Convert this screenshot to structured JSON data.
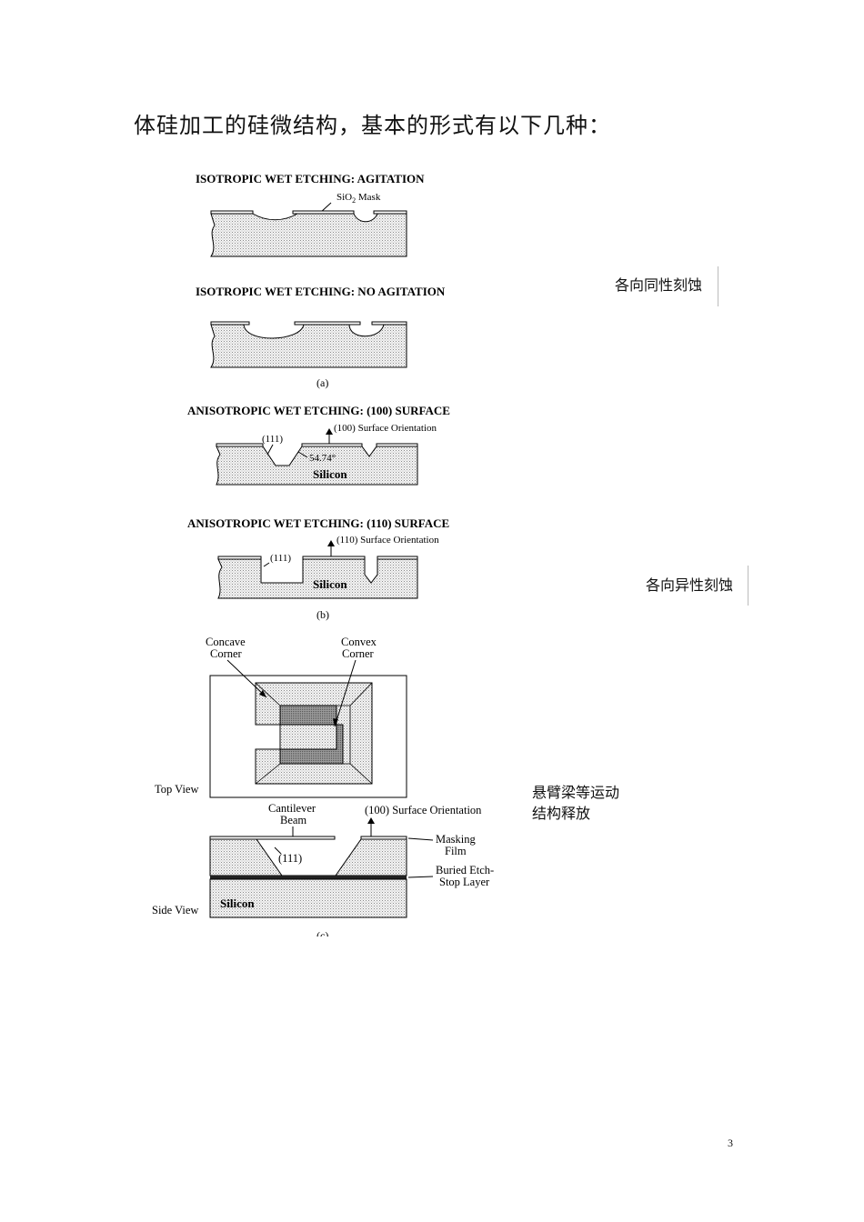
{
  "heading": "体硅加工的硅微结构，基本的形式有以下几种：",
  "notes": {
    "isotropic": "各向同性刻蚀",
    "anisotropic": "各向异性刻蚀",
    "release_line1": "悬臂梁等运动",
    "release_line2": "结构释放"
  },
  "fig_a": {
    "title1": "ISOTROPIC WET ETCHING:  AGITATION",
    "mask_label": "SiO",
    "mask_sub": "2",
    "mask_tail": " Mask",
    "title2": "ISOTROPIC WET ETCHING:  NO AGITATION",
    "caption": "(a)"
  },
  "fig_b": {
    "title1": "ANISOTROPIC WET ETCHING:  (100) SURFACE",
    "orient1": "(100) Surface Orientation",
    "plane1": "(111)",
    "angle": "54.74°",
    "silicon1": "Silicon",
    "title2": "ANISOTROPIC WET ETCHING:  (110) SURFACE",
    "orient2": "(110) Surface Orientation",
    "plane2": "(111)",
    "silicon2": "Silicon",
    "caption": "(b)"
  },
  "fig_c": {
    "concave1": "Concave",
    "concave2": "Corner",
    "convex1": "Convex",
    "convex2": "Corner",
    "top_view": "Top View",
    "cantilever1": "Cantilever",
    "cantilever2": "Beam",
    "orient": "(100) Surface Orientation",
    "masking1": "Masking",
    "masking2": "Film",
    "plane": "(111)",
    "buried1": "Buried Etch-",
    "buried2": "Stop Layer",
    "side_view": "Side View",
    "silicon": "Silicon",
    "caption": "(c)"
  },
  "page_number": "3"
}
